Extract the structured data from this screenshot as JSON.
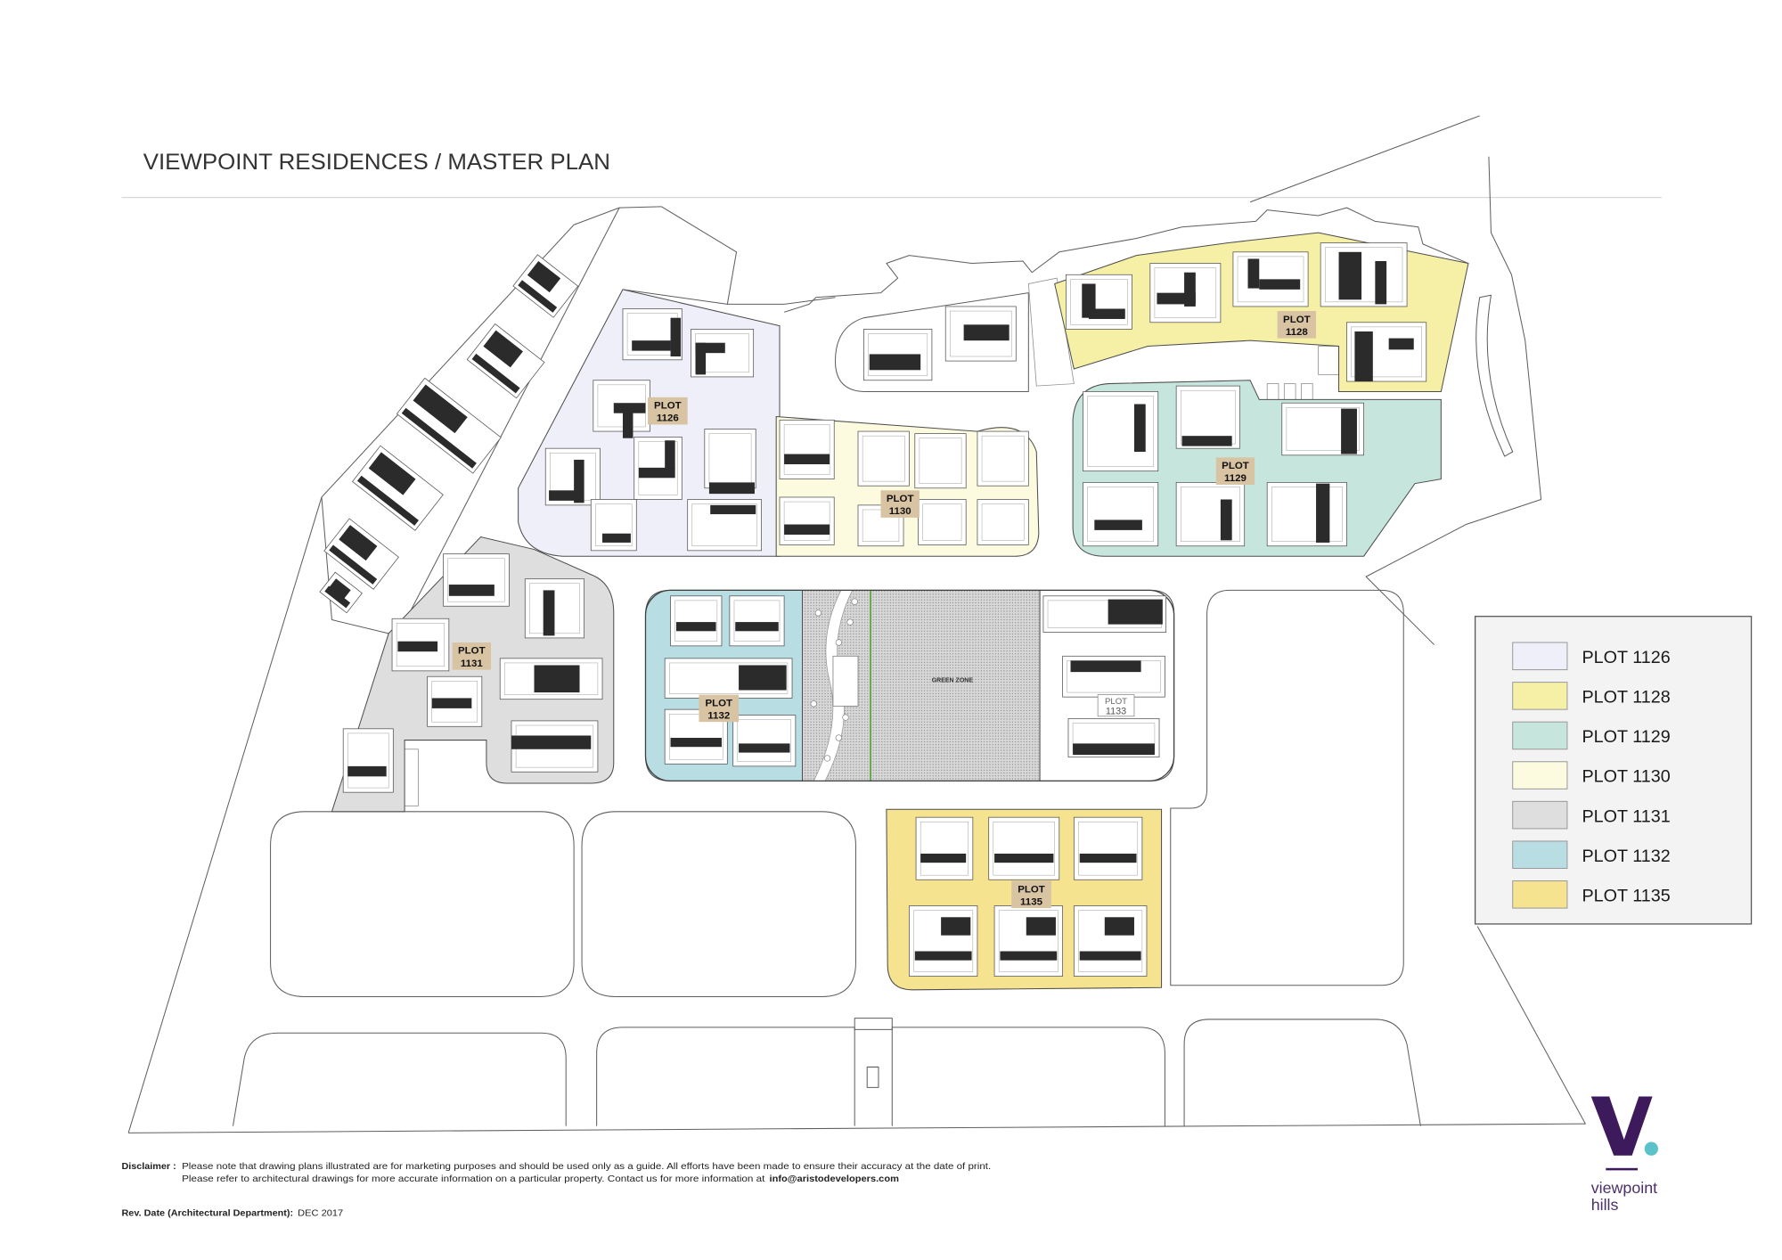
{
  "page": {
    "title": "VIEWPOINT RESIDENCES / MASTER PLAN"
  },
  "map": {
    "plot_word": "PLOT",
    "plots": [
      {
        "number": "1126"
      },
      {
        "number": "1128"
      },
      {
        "number": "1129"
      },
      {
        "number": "1130"
      },
      {
        "number": "1131"
      },
      {
        "number": "1132"
      },
      {
        "number": "1135"
      }
    ],
    "plot_1133": {
      "word": "PLOT",
      "number": "1133"
    },
    "green_zone_label": "GREEN ZONE"
  },
  "legend": {
    "items": [
      {
        "label": "PLOT 1126",
        "color": "#efeff9"
      },
      {
        "label": "PLOT 1128",
        "color": "#f6f0a6"
      },
      {
        "label": "PLOT 1129",
        "color": "#c6e5dd"
      },
      {
        "label": "PLOT 1130",
        "color": "#fcfadf"
      },
      {
        "label": "PLOT 1131",
        "color": "#dedede"
      },
      {
        "label": "PLOT 1132",
        "color": "#b8dde2"
      },
      {
        "label": "PLOT 1135",
        "color": "#f5e390"
      }
    ]
  },
  "disclaimer": {
    "heading": "Disclaimer :",
    "line1": "Please note that drawing plans illustrated are for marketing purposes and should be used only as a guide. All efforts have been made to ensure their accuracy at the date of print.",
    "line2": "Please refer to architectural drawings for more accurate information on a particular property. Contact us for more information at",
    "email": "info@aristodevelopers.com"
  },
  "revision": {
    "label": "Rev. Date (Architectural Department):",
    "value": "DEC 2017"
  },
  "logo": {
    "mark": "V.",
    "line1": "viewpoint",
    "line2": "hills"
  },
  "colors": {
    "plot_label_box": "#d8c3a3",
    "green_zone_fill": "#dcdcdc",
    "green_zone_line": "#6aa84f",
    "plot_1133_fill": "#ffffff",
    "legend_background": "#f3f3f3",
    "logo_purple": "#3d1a5b",
    "logo_teal": "#5cc2c9"
  }
}
